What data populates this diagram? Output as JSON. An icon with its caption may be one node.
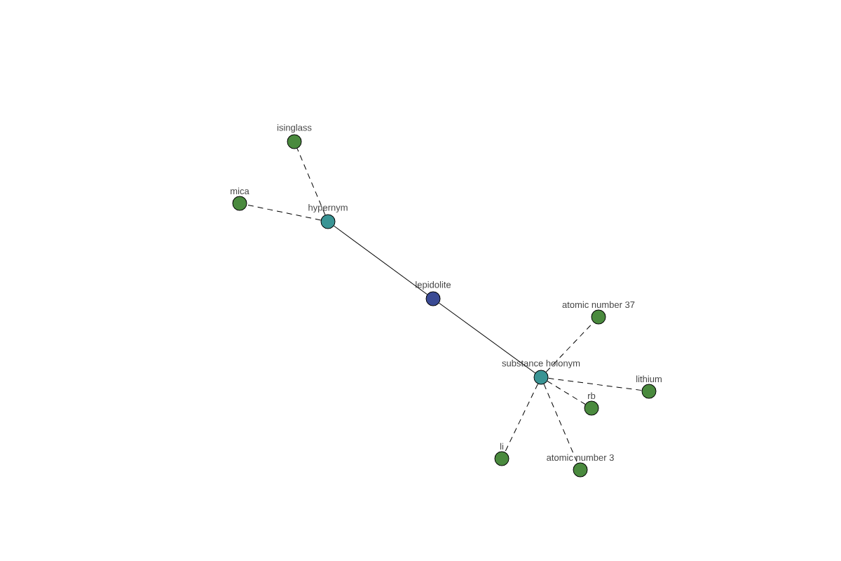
{
  "diagram": {
    "nodes": [
      {
        "text": [
          "isinglass"
        ]
      },
      {
        "text": [
          "mica"
        ]
      },
      {
        "text": [
          "hypernym"
        ]
      },
      {
        "text": [
          "lepidolite"
        ]
      },
      {
        "text": [
          "atomic number 37"
        ]
      },
      {
        "text": [
          "substance holonym"
        ]
      },
      {
        "text": [
          "lithium"
        ]
      },
      {
        "text": [
          "rb"
        ]
      },
      {
        "text": [
          "li"
        ]
      },
      {
        "text": [
          "atomic number 3"
        ]
      }
    ],
    "edges": [
      {
        "from": 3,
        "to": 2,
        "arrow": "none"
      },
      {
        "from": 3,
        "to": 5,
        "arrow": "none"
      },
      {
        "from": 2,
        "to": 0,
        "arrow": "none",
        "style": "dashed"
      },
      {
        "from": 2,
        "to": 1,
        "arrow": "none",
        "style": "dashed"
      },
      {
        "from": 5,
        "to": 4,
        "arrow": "none",
        "style": "dashed"
      },
      {
        "from": 5,
        "to": 6,
        "arrow": "none",
        "style": "dashed"
      },
      {
        "from": 5,
        "to": 7,
        "arrow": "none",
        "style": "dashed"
      },
      {
        "from": 5,
        "to": 8,
        "arrow": "none",
        "style": "dashed"
      },
      {
        "from": 5,
        "to": 9,
        "arrow": "none",
        "style": "dashed"
      }
    ]
  }
}
